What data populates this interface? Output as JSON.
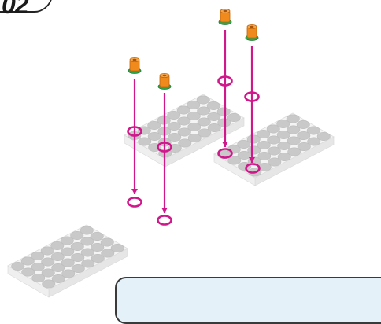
{
  "page": {
    "step_number": "02"
  },
  "colors": {
    "guide_line": "#d0188c",
    "peg_body": "#f08a1c",
    "peg_ring": "#2aa84a",
    "panel_face": "#f4f4f4",
    "panel_hole": "#c9c9c9",
    "info_box_bg": "#e4f1f8"
  },
  "parts": {
    "plates": [
      "grid-plate-upper-left",
      "grid-plate-right",
      "grid-plate-lower"
    ],
    "connectors": [
      "orange-peg",
      "orange-peg",
      "orange-peg",
      "orange-peg"
    ]
  }
}
